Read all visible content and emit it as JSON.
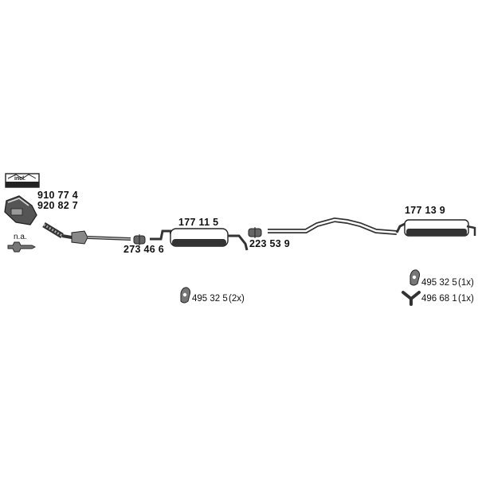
{
  "kit": {
    "incl_label": "incl."
  },
  "parts": {
    "p1": "910 77 4",
    "p2": "920 82 7",
    "p3": "273 46 6",
    "p4": "177 11 5",
    "p5": "223 53 9",
    "p6": "177 13 9"
  },
  "sensor": {
    "label": "n.a."
  },
  "hangers": [
    {
      "code": "495 32 5",
      "qty": "(2x)"
    },
    {
      "code": "495 32 5",
      "qty": "(1x)"
    },
    {
      "code": "496 68 1",
      "qty": "(1x)"
    }
  ]
}
